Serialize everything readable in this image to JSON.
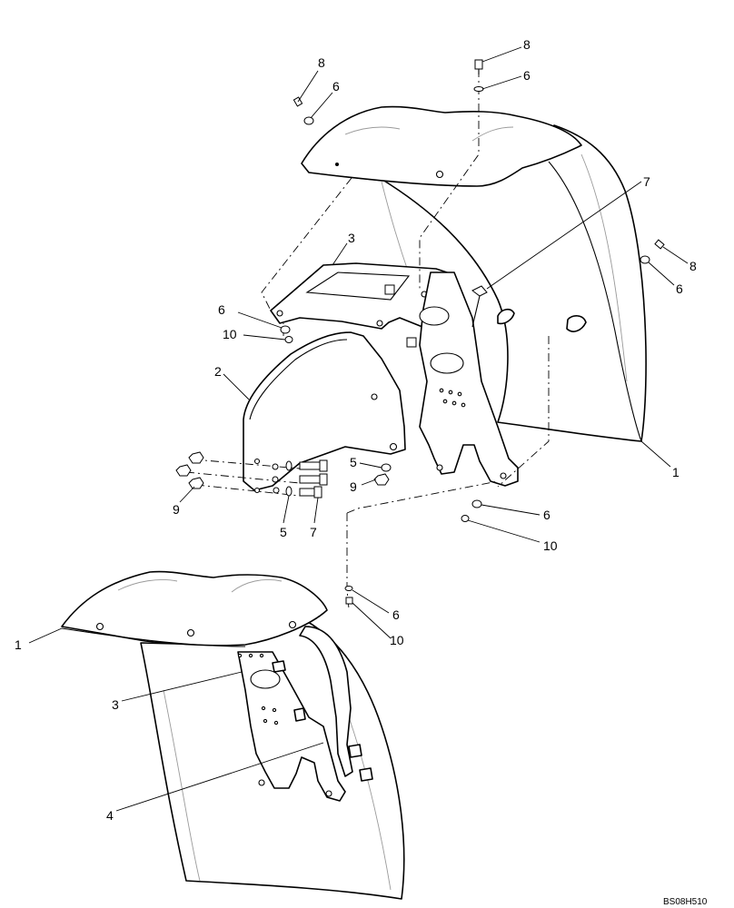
{
  "callouts": {
    "c8_top_left": "8",
    "c6_top_left": "6",
    "c8_top_right": "8",
    "c6_top_right": "6",
    "c7_top": "7",
    "c3_top": "3",
    "c8_right": "8",
    "c6_right": "6",
    "c6_left": "6",
    "c10_left": "10",
    "c2": "2",
    "c1_right": "1",
    "c5_mid": "5",
    "c9_mid": "9",
    "c9_left": "9",
    "c5_bottom": "5",
    "c7_bottom": "7",
    "c6_mid_right": "6",
    "c10_mid_right": "10",
    "c6_lower": "6",
    "c10_lower": "10",
    "c1_left": "1",
    "c3_lower": "3",
    "c4": "4"
  },
  "reference_code": "BS08H510"
}
